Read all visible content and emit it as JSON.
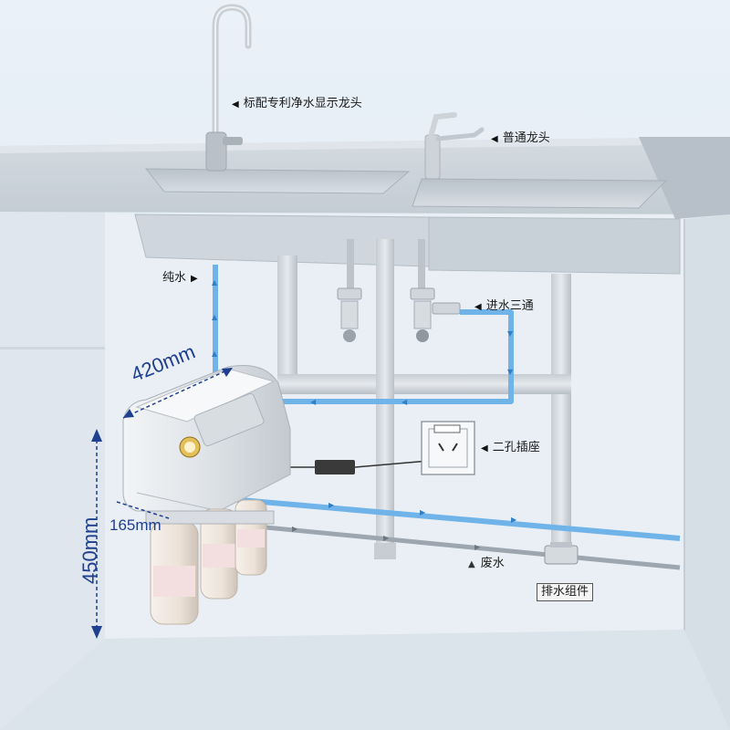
{
  "labels": {
    "special_faucet": "标配专利净水显示龙头",
    "normal_faucet": "普通龙头",
    "pure_water": "纯水",
    "inlet_tee": "进水三通",
    "socket": "二孔插座",
    "waste_water": "废水",
    "drain_kit": "排水组件"
  },
  "dimensions": {
    "width": "420mm",
    "depth": "165mm",
    "height": "450mm"
  },
  "colors": {
    "pure_water_line": "#6fb3e8",
    "dimension": "#1f3f8f",
    "wall": "#e6eef6",
    "counter": "#c9d2da",
    "pipe": "#cdd3d9"
  }
}
